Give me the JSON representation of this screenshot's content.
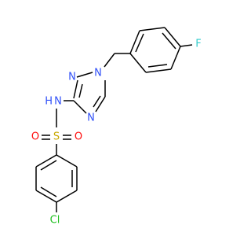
{
  "molecule": {
    "atoms": {
      "F": {
        "label": "F",
        "color": "#33CCCC"
      },
      "N_triazole_1": {
        "label": "N",
        "color": "#3050F8"
      },
      "N_triazole_2": {
        "label": "N",
        "color": "#3050F8"
      },
      "N_triazole_4": {
        "label": "N",
        "color": "#3050F8"
      },
      "N_amide": {
        "label": "N",
        "color": "#3050F8"
      },
      "H_amide": {
        "label": "H",
        "color": "#3050F8"
      },
      "S": {
        "label": "S",
        "color": "#C8A800"
      },
      "O_left": {
        "label": "O",
        "color": "#FF0D0D"
      },
      "O_right": {
        "label": "O",
        "color": "#FF0D0D"
      },
      "Cl": {
        "label": "Cl",
        "color": "#1FC01F"
      }
    }
  }
}
